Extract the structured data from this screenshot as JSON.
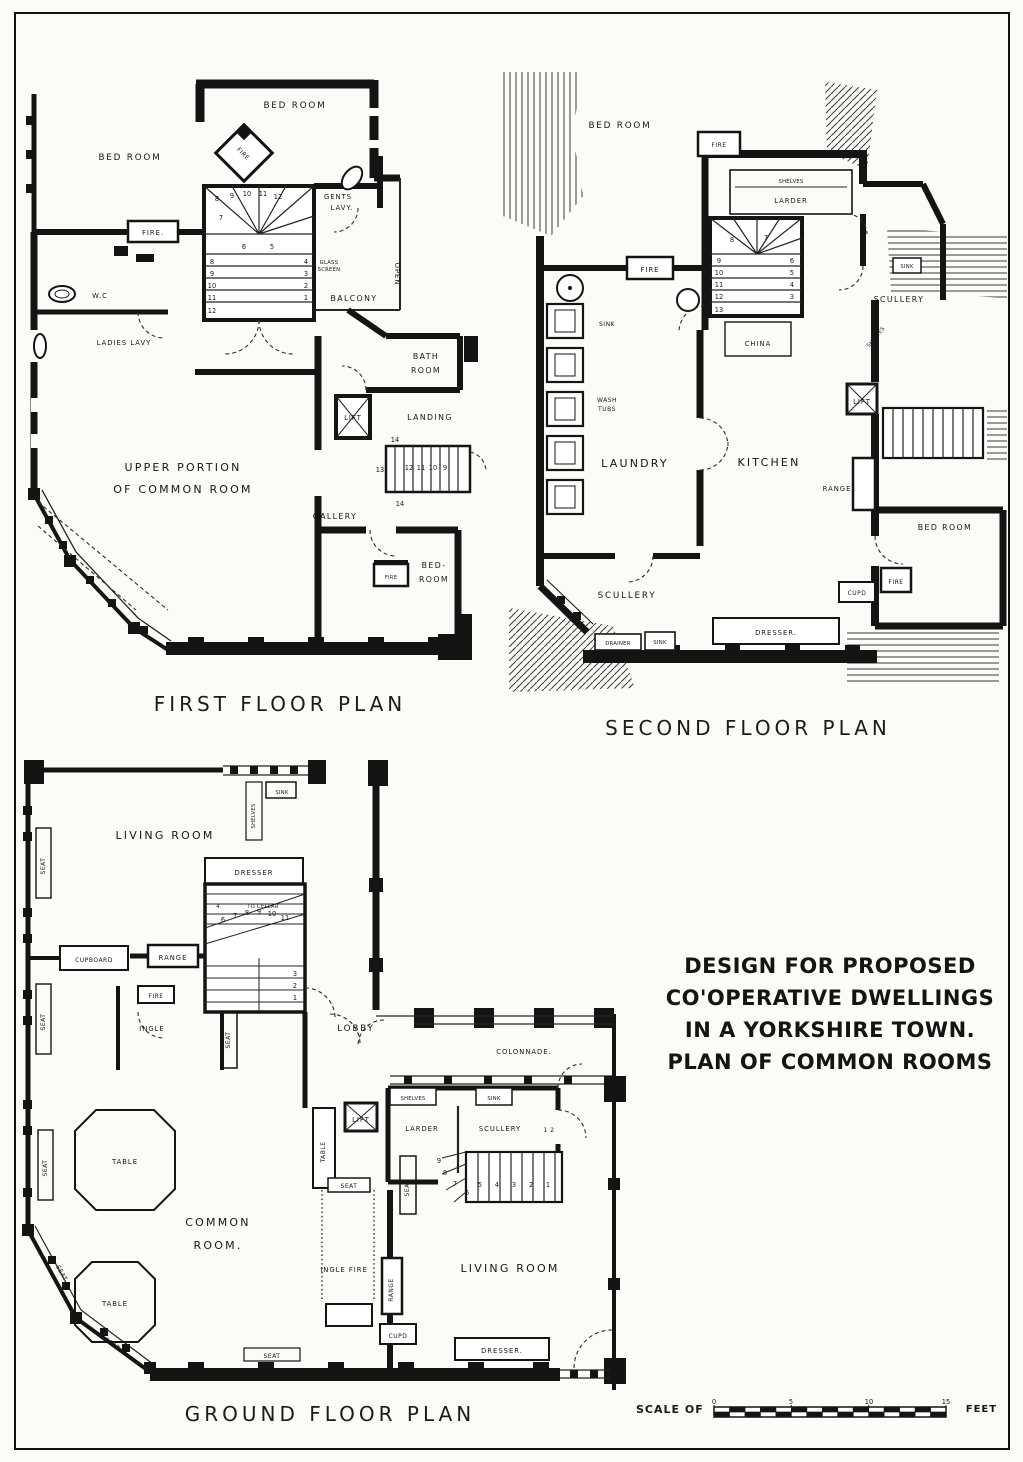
{
  "page": {
    "captions": {
      "first": "FIRST FLOOR PLAN",
      "second": "SECOND FLOOR PLAN",
      "ground": "GROUND FLOOR PLAN"
    },
    "title": [
      "DESIGN FOR PROPOSED",
      "CO'OPERATIVE DWELLINGS",
      "IN A YORKSHIRE TOWN.",
      "PLAN OF COMMON ROOMS"
    ],
    "scale": {
      "label": "SCALE OF",
      "feet": "FEET",
      "ticks": [
        "0",
        "5",
        "10",
        "15"
      ]
    }
  },
  "first_floor": {
    "labels": {
      "bed_room_left": "BED ROOM",
      "bed_room_top": "BED ROOM",
      "fire": "FIRE",
      "fire_dot": "FIRE.",
      "gents": "GENTS",
      "lavy": "LAVY.",
      "glass": "GLASS",
      "screen": "SCREEN",
      "wc": "W.C",
      "ladies_lavy": "LADIES LAVY",
      "balcony": "BALCONY",
      "open": "OPEN",
      "bath": "BATH",
      "room": "ROOM",
      "lift": "LIFT",
      "landing": "LANDING",
      "upper_portion": "UPPER PORTION",
      "of_common_room": "OF COMMON ROOM",
      "gallery": "GALLERY",
      "bed_hyphen": "BED-",
      "room2": "ROOM",
      "fire_small": "FIRE"
    },
    "stairs": {
      "fan": [
        "8",
        "9",
        "10",
        "11",
        "12"
      ],
      "winders": [
        "7",
        "6",
        "5"
      ],
      "left": [
        "8",
        "9",
        "10",
        "11",
        "12"
      ],
      "right": [
        "4",
        "3",
        "2",
        "1"
      ],
      "landing_top": "14",
      "landing_left": "13",
      "landing_run": [
        "12",
        "11",
        "10",
        "9"
      ],
      "landing_bottom": "14"
    }
  },
  "second_floor": {
    "labels": {
      "bed_room_left": "BED ROOM",
      "fire_top": "FIRE",
      "shelves": "SHELVES",
      "larder": "LARDER",
      "scullery": "SCULLERY",
      "shelves_diag": "SHELVES",
      "sink_small": "SINK",
      "fire_mid": "FIRE",
      "china": "CHINA",
      "sink": "SINK",
      "wash": "WASH",
      "tubs": "TUBS",
      "laundry": "LAUNDRY",
      "kitchen": "KITCHEN",
      "range": "RANGE",
      "lift": "LIFT",
      "bed_room_right": "BED ROOM",
      "fire_right": "FIRE",
      "cupd": "CUPD",
      "scullery_bottom": "SCULLERY",
      "drainer": "DRAINER",
      "sink_bottom": "SINK",
      "dresser": "DRESSER."
    },
    "stairs": {
      "top": [
        "8",
        "7"
      ],
      "left": [
        "9",
        "10",
        "11",
        "12",
        "13"
      ],
      "right": [
        "6",
        "5",
        "4",
        "3"
      ]
    }
  },
  "ground_floor": {
    "labels": {
      "living_room": "LIVING ROOM",
      "living_room2": "LIVING ROOM",
      "shelves_top": "SHELVES",
      "sink_top": "SINK",
      "dresser_top": "DRESSER",
      "seat": "SEAT",
      "seat_dot": "SEAT.",
      "cupboard": "CUPBOARD",
      "range": "RANGE",
      "fire": "FIRE",
      "ingle": "INGLE",
      "num4": "4.",
      "to_cellar": "TO CELLAR",
      "lobby": "LOBBY",
      "colonnade": "COLONNADE.",
      "shelves": "SHELVES",
      "sink": "SINK",
      "larder": "LARDER",
      "scullery": "SCULLERY",
      "one_two": "1 2",
      "table_side": "TABLE",
      "lift": "LIFT",
      "common": "COMMON",
      "room": "ROOM.",
      "table": "TABLE",
      "ingle_fire": "INGLE FIRE",
      "range_side": "RANGE",
      "cupd": "CUPD",
      "dresser": "DRESSER."
    },
    "cellar_stairs": {
      "fan": [
        "6",
        "7",
        "8",
        "9",
        "10",
        "11"
      ],
      "right": [
        "3",
        "2",
        "1"
      ]
    },
    "scullery_stairs": {
      "fan": [
        "9",
        "8",
        "7",
        "6"
      ],
      "run": [
        "5",
        "4",
        "3",
        "2",
        "1"
      ]
    }
  }
}
